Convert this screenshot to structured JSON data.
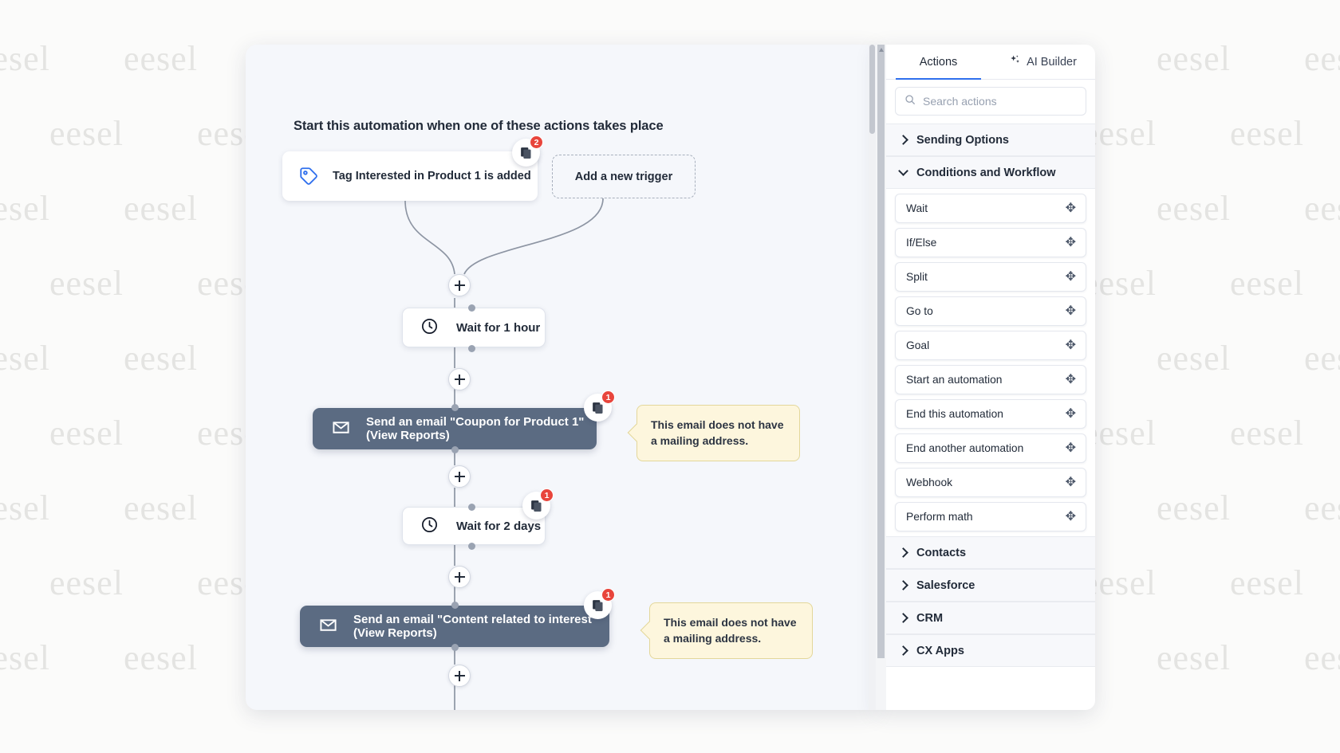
{
  "watermark": {
    "text": "eesel"
  },
  "canvas": {
    "title": "Start this automation when one of these actions takes place",
    "triggers": [
      {
        "label": "Tag Interested in Product 1 is added",
        "icon": "tag-icon",
        "badge_count": "2"
      },
      {
        "label": "Add a new trigger",
        "icon": "none"
      }
    ],
    "nodes": [
      {
        "type": "wait",
        "label": "Wait for 1 hour",
        "icon": "clock-icon"
      },
      {
        "type": "email",
        "label": "Send an email \"Coupon for Product 1\" (View Reports)",
        "icon": "envelope-icon",
        "badge_count": "1"
      },
      {
        "type": "wait",
        "label": "Wait for 2 days",
        "icon": "clock-icon",
        "badge_count": "1"
      },
      {
        "type": "email",
        "label": "Send an email \"Content related to interest\" (View Reports)",
        "icon": "envelope-icon",
        "badge_count": "1"
      }
    ],
    "callouts": [
      {
        "line1": "This email does not have",
        "line2": "a mailing address."
      },
      {
        "line1": "This email does not have",
        "line2": "a mailing address."
      }
    ],
    "add_button_label": "+"
  },
  "panel": {
    "tabs": [
      {
        "label": "Actions",
        "active": true
      },
      {
        "label": "AI Builder",
        "active": false,
        "icon": "sparkles-icon"
      }
    ],
    "search": {
      "placeholder": "Search actions",
      "value": "",
      "icon": "search-icon"
    },
    "sections": [
      {
        "label": "Sending Options",
        "expanded": false
      },
      {
        "label": "Conditions and Workflow",
        "expanded": true
      }
    ],
    "actions": [
      {
        "label": "Wait"
      },
      {
        "label": "If/Else"
      },
      {
        "label": "Split"
      },
      {
        "label": "Go to"
      },
      {
        "label": "Goal"
      },
      {
        "label": "Start an automation"
      },
      {
        "label": "End this automation"
      },
      {
        "label": "End another automation"
      },
      {
        "label": "Webhook"
      },
      {
        "label": "Perform math"
      }
    ],
    "categories": [
      {
        "label": "Contacts",
        "expanded": false
      },
      {
        "label": "Salesforce",
        "expanded": false
      },
      {
        "label": "CRM",
        "expanded": false
      },
      {
        "label": "CX Apps",
        "expanded": false
      }
    ],
    "drag_handle_glyph": "✥"
  },
  "colors": {
    "accent": "#2f6fed",
    "email_node": "#5b6b82",
    "callout_bg": "#fdf6dd",
    "badge_red": "#e8453c",
    "canvas_bg": "#f5f7fb"
  }
}
